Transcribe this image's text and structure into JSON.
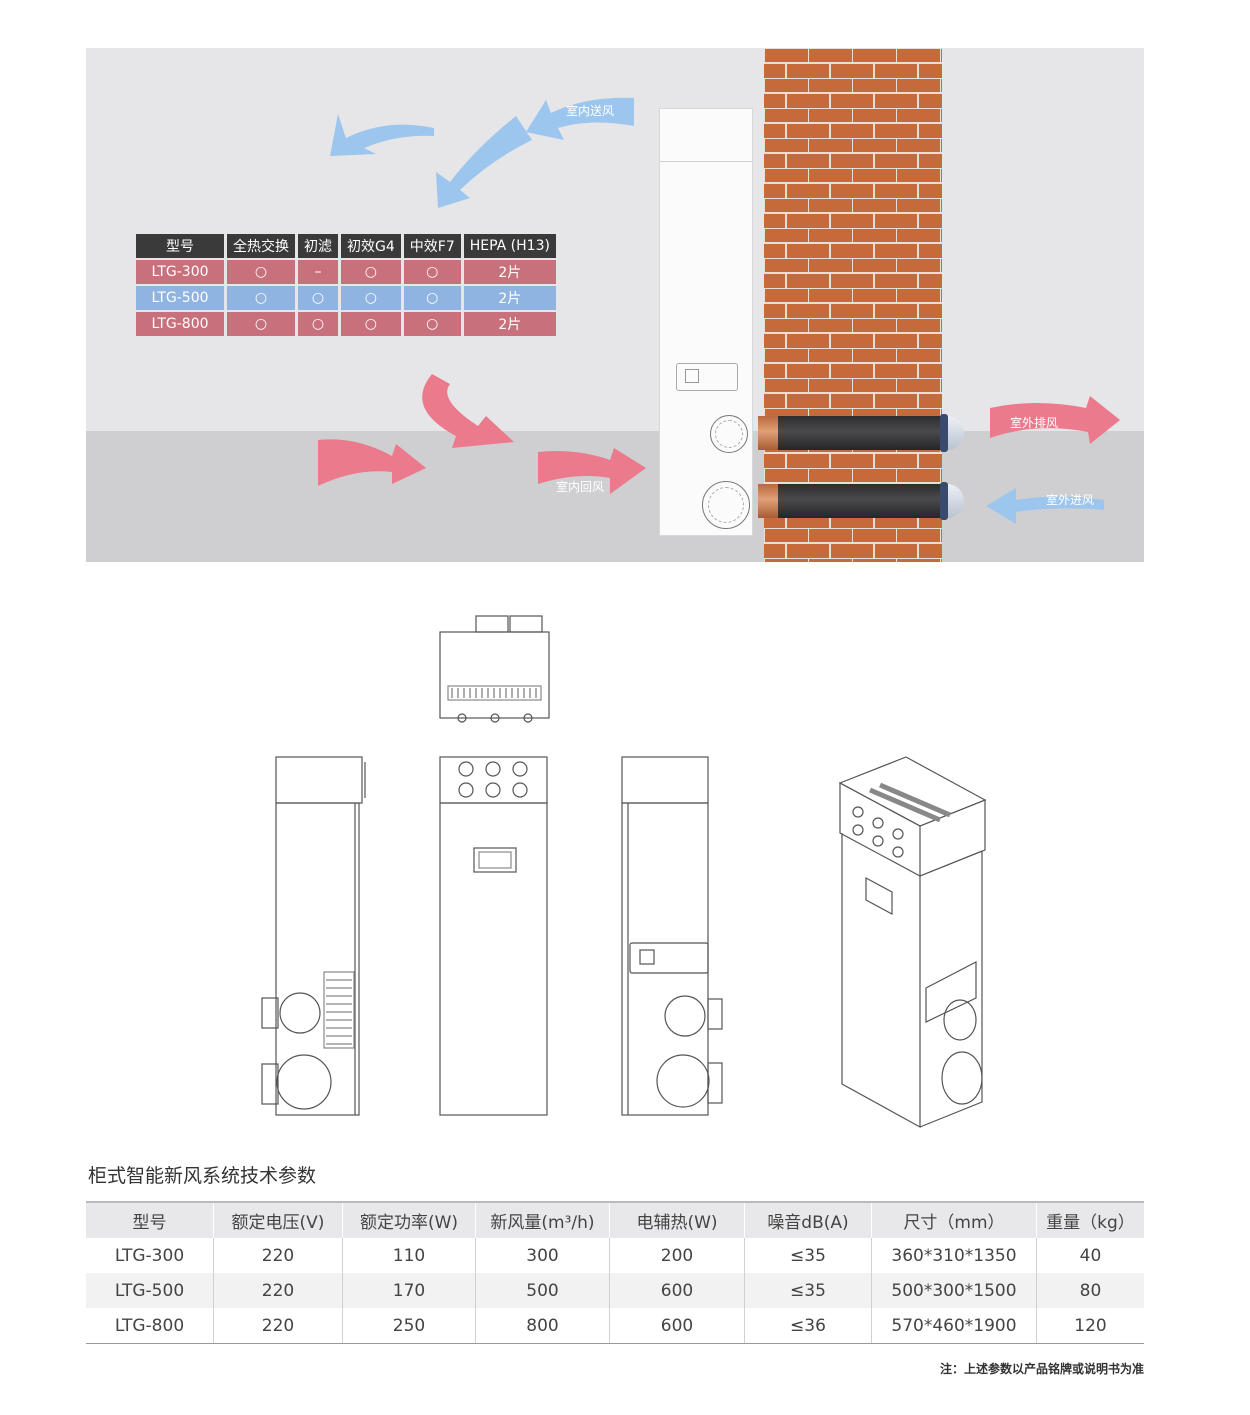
{
  "filter_table": {
    "headers": [
      "型号",
      "全热交换",
      "初滤",
      "初效G4",
      "中效F7",
      "HEPA (H13)"
    ],
    "rows": [
      [
        "LTG-300",
        "○",
        "–",
        "○",
        "○",
        "2片"
      ],
      [
        "LTG-500",
        "○",
        "○",
        "○",
        "○",
        "2片"
      ],
      [
        "LTG-800",
        "○",
        "○",
        "○",
        "○",
        "2片"
      ]
    ]
  },
  "airflow_labels": {
    "indoor_supply": "室内送风",
    "indoor_return": "室内回风",
    "outdoor_exhaust": "室外排风",
    "outdoor_intake": "室外进风"
  },
  "spec_section": {
    "title": "柜式智能新风系统技术参数",
    "headers": [
      "型号",
      "额定电压(V)",
      "额定功率(W)",
      "新风量(m³/h)",
      "电辅热(W)",
      "噪音dB(A)",
      "尺寸（mm）",
      "重量（kg）"
    ],
    "rows": [
      [
        "LTG-300",
        "220",
        "110",
        "300",
        "200",
        "≤35",
        "360*310*1350",
        "40"
      ],
      [
        "LTG-500",
        "220",
        "170",
        "500",
        "600",
        "≤35",
        "500*300*1500",
        "80"
      ],
      [
        "LTG-800",
        "220",
        "250",
        "800",
        "600",
        "≤36",
        "570*460*1900",
        "120"
      ]
    ],
    "footnote": "注：上述参数以产品铭牌或说明书为准"
  },
  "colors": {
    "supply_blue": "#9dc6ee",
    "return_red": "#ea7a8c",
    "brick": "#c56a3b",
    "mortar": "#e8e0d6"
  }
}
